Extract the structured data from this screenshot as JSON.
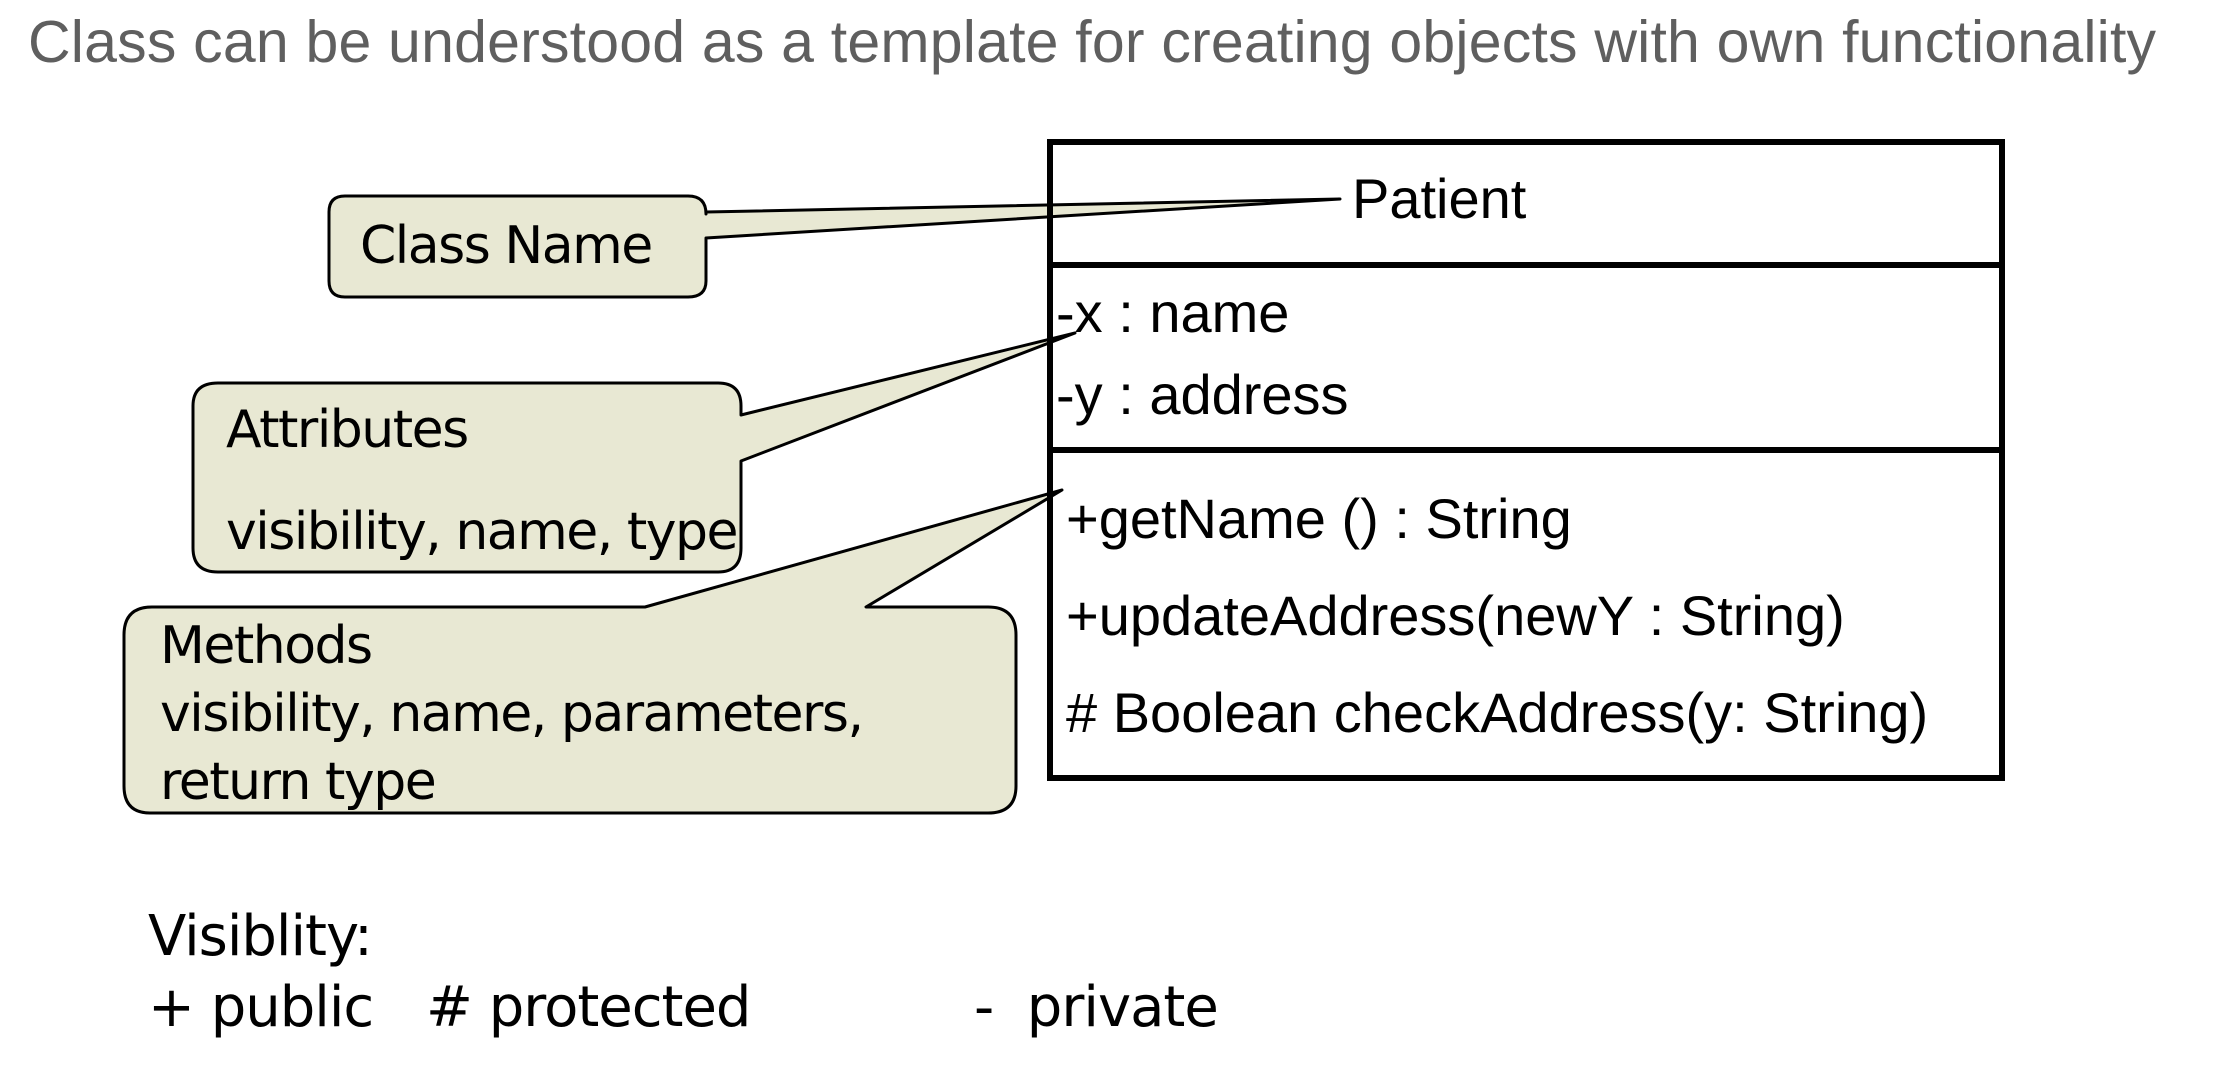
{
  "title": "Class can be understood as a template for creating objects with own functionality",
  "uml_class": {
    "name": "Patient",
    "attributes": [
      "-x : name",
      "-y : address"
    ],
    "methods": [
      "+getName  () : String",
      "+updateAddress(newY  : String)",
      "# Boolean checkAddress(y: String)"
    ]
  },
  "callouts": {
    "class_name": {
      "label": "Class Name"
    },
    "attributes": {
      "label": "Attributes",
      "detail": "visibility, name, type"
    },
    "methods": {
      "label": "Methods",
      "detail_line1": "visibility, name, parameters,",
      "detail_line2": "return type"
    }
  },
  "legend": {
    "heading": "Visiblity:",
    "public": "+ public",
    "protected": "# protected",
    "private": "-  private"
  },
  "colors": {
    "callout_fill": "#e8e8d3",
    "stroke": "#000000",
    "title_text": "#5f5f5f"
  }
}
